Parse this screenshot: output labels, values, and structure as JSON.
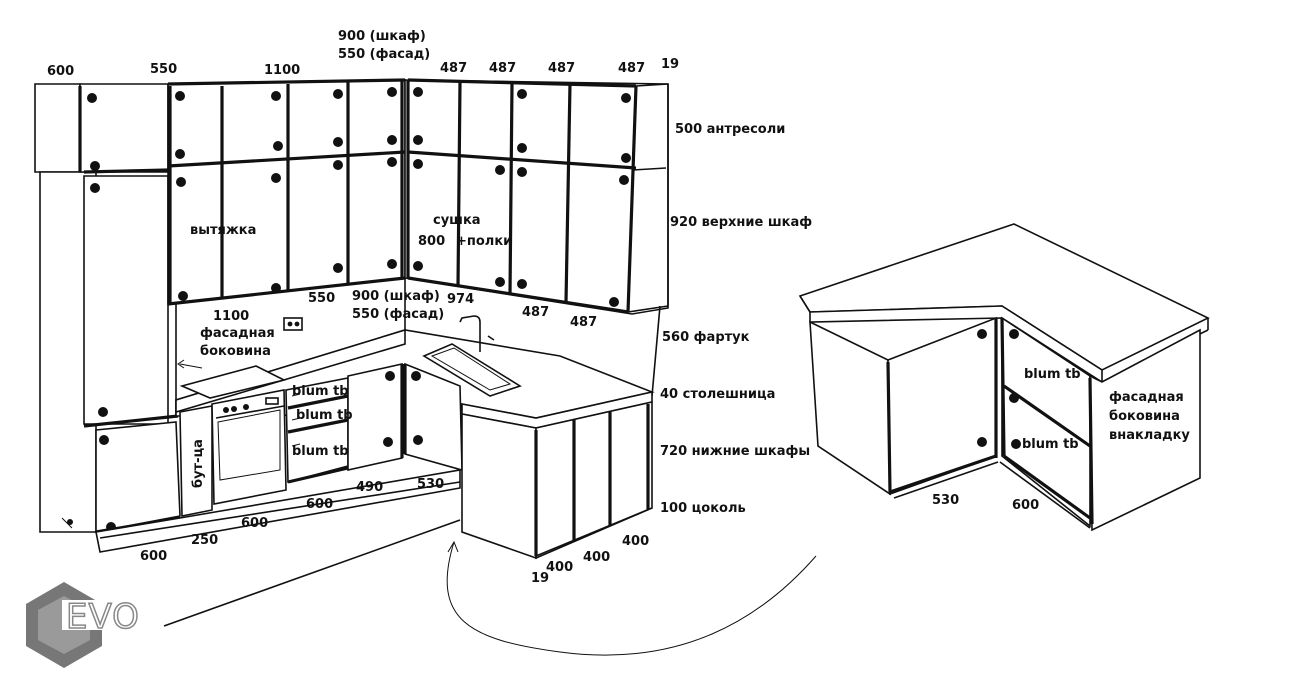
{
  "top_dims": {
    "d600": "600",
    "d550": "550",
    "d1100": "1100",
    "shkaf": "900 (шкаф)",
    "fasad": "550 (фасад)",
    "d487a": "487",
    "d487b": "487",
    "d487c": "487",
    "d487d": "487",
    "d19": "19"
  },
  "heights": {
    "antresoli": "500 антресоли",
    "upper": "920 верхние шкаф",
    "fartuk": "560 фартук",
    "top": "40 столешница",
    "lower": "720 нижние шкафы",
    "plinth": "100 цоколь"
  },
  "upper_labels": {
    "hood": "вытяжка",
    "drying": "сушка",
    "shelves": "+полки",
    "d800": "800"
  },
  "mid_dims": {
    "d1100": "1100",
    "d550": "550",
    "shkaf": "900 (шкаф)",
    "fasad": "550 (фасад)",
    "d974": "974",
    "d487a": "487",
    "d487b": "487"
  },
  "side_panel": {
    "line1": "фасадная",
    "line2": "боковина"
  },
  "drawers": {
    "d1": "blum tb",
    "d2": "blum tb",
    "d3": "blum tb"
  },
  "bottle": "бут-ца",
  "bottom_dims": {
    "d600a": "600",
    "d250": "250",
    "d600b": "600",
    "d600c": "600",
    "d490": "490",
    "d530": "530",
    "d19": "19",
    "d400a": "400",
    "d400b": "400",
    "d400c": "400"
  },
  "corner_detail": {
    "drawer1": "blum tb",
    "drawer2": "blum tb",
    "side1": "фасадная",
    "side2": "боковина",
    "side3": "внакладку",
    "d530": "530",
    "d600": "600"
  },
  "logo": "EVO"
}
